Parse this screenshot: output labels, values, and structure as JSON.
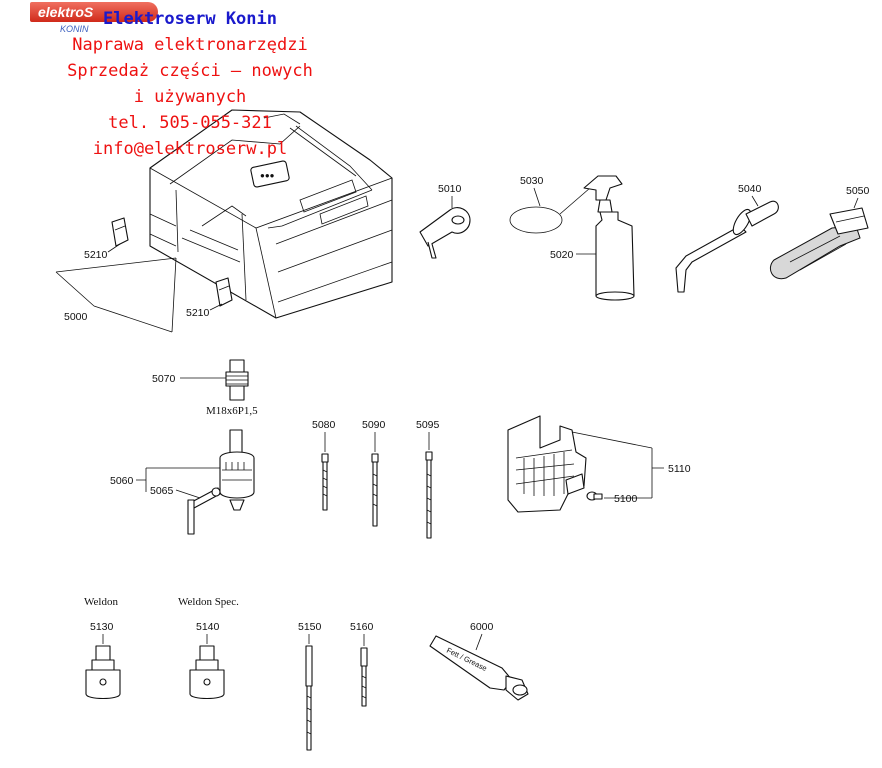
{
  "watermark": {
    "logo_text": "elektroS",
    "logo_sub": "KONIN",
    "name": "Elektroserw Konin",
    "lines": [
      "Naprawa elektronarzędzi",
      "Sprzedaż części – nowych",
      "i używanych",
      "tel. 505-055-321",
      "info@elektroserw.pl"
    ]
  },
  "labels": {
    "p5000": "5000",
    "p5210a": "5210",
    "p5210b": "5210",
    "p5010": "5010",
    "p5030": "5030",
    "p5020": "5020",
    "p5040": "5040",
    "p5050": "5050",
    "p5070": "5070",
    "thread": "M18x6P1,5",
    "p5060": "5060",
    "p5065": "5065",
    "p5080": "5080",
    "p5090": "5090",
    "p5095": "5095",
    "p5110": "5110",
    "p5100": "5100",
    "weldon1": "Weldon",
    "p5130": "5130",
    "weldon2": "Weldon Spec.",
    "p5140": "5140",
    "p5150": "5150",
    "p5160": "5160",
    "p6000": "6000",
    "tube_text": "Fett / Grease",
    "case_badge": "●●●"
  }
}
